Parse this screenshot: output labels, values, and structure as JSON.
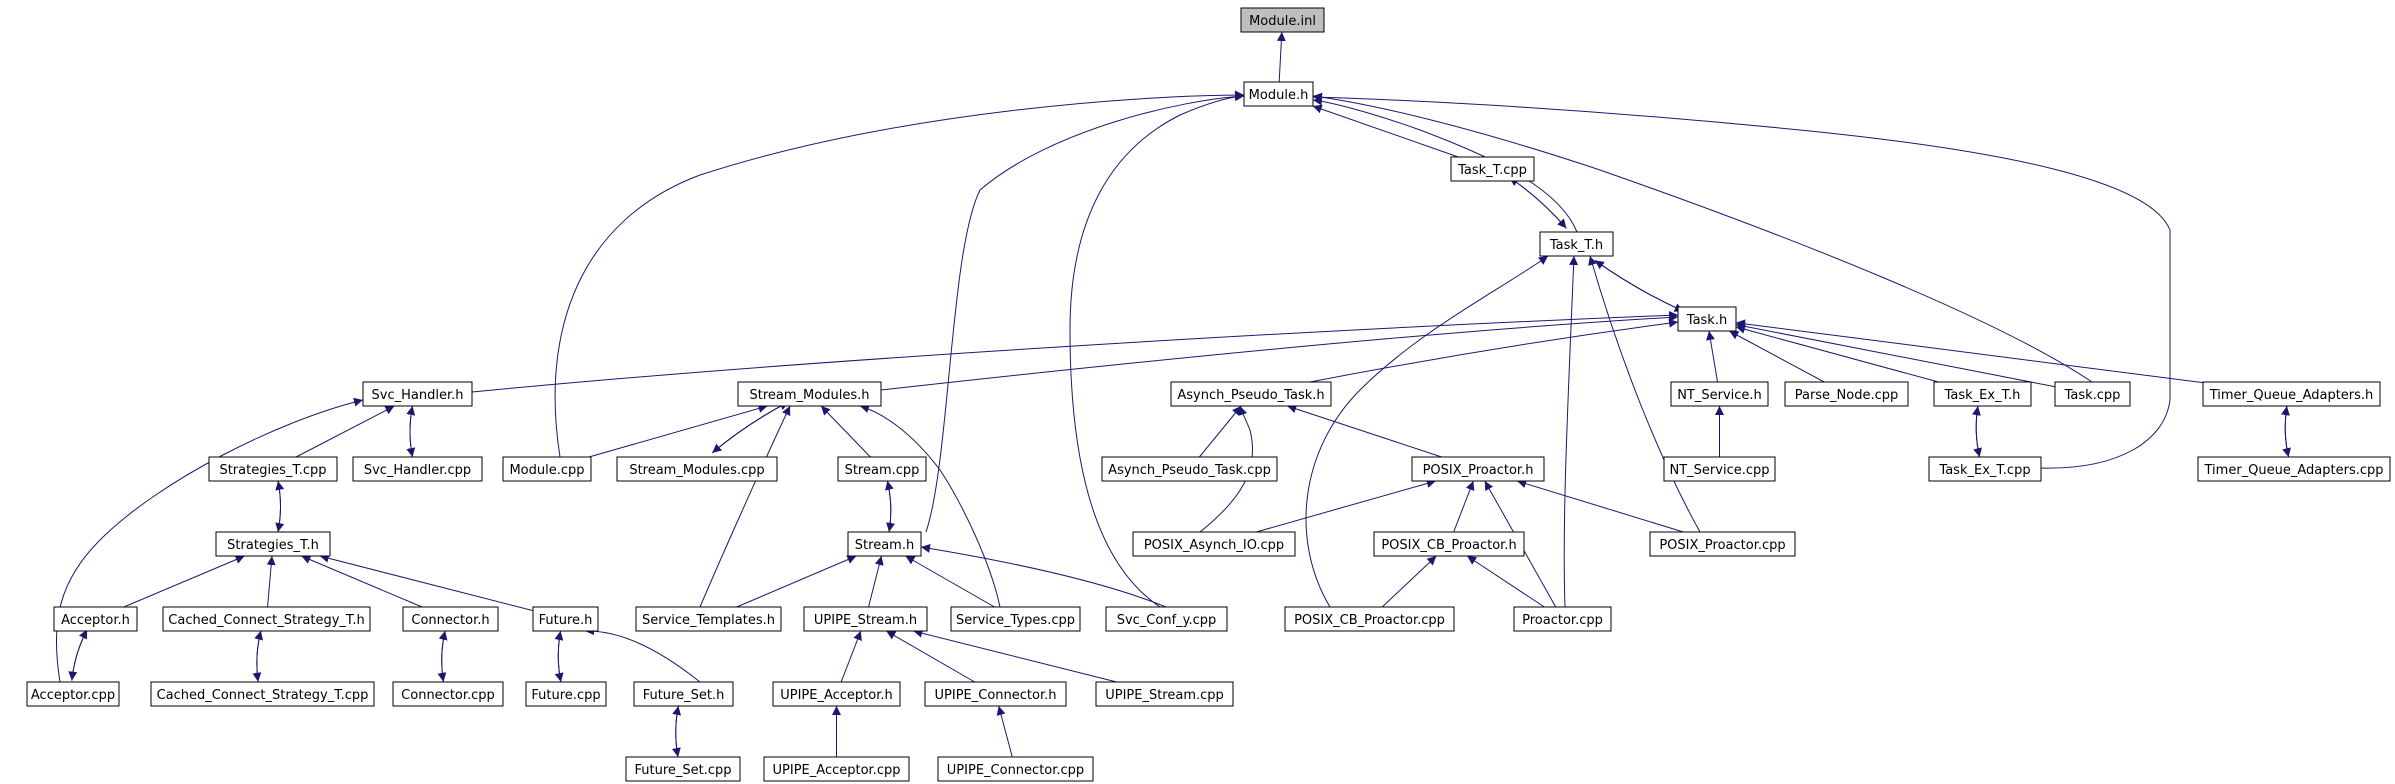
{
  "graph": {
    "arrow_color": "#191970",
    "root_fill": "#bfbfbf",
    "nodes": [
      {
        "id": "module_inl",
        "label": "Module.inl"
      },
      {
        "id": "module_h",
        "label": "Module.h"
      },
      {
        "id": "task_t_cpp",
        "label": "Task_T.cpp"
      },
      {
        "id": "task_t_h",
        "label": "Task_T.h"
      },
      {
        "id": "task_h",
        "label": "Task.h"
      },
      {
        "id": "svc_handler_h",
        "label": "Svc_Handler.h"
      },
      {
        "id": "stream_modules_h",
        "label": "Stream_Modules.h"
      },
      {
        "id": "asynch_pseudo_task_h",
        "label": "Asynch_Pseudo_Task.h"
      },
      {
        "id": "nt_service_h",
        "label": "NT_Service.h"
      },
      {
        "id": "parse_node_cpp",
        "label": "Parse_Node.cpp"
      },
      {
        "id": "task_ex_t_h",
        "label": "Task_Ex_T.h"
      },
      {
        "id": "task_cpp",
        "label": "Task.cpp"
      },
      {
        "id": "timer_queue_adapters_h",
        "label": "Timer_Queue_Adapters.h"
      },
      {
        "id": "strategies_t_cpp",
        "label": "Strategies_T.cpp"
      },
      {
        "id": "svc_handler_cpp",
        "label": "Svc_Handler.cpp"
      },
      {
        "id": "module_cpp",
        "label": "Module.cpp"
      },
      {
        "id": "stream_modules_cpp",
        "label": "Stream_Modules.cpp"
      },
      {
        "id": "stream_cpp",
        "label": "Stream.cpp"
      },
      {
        "id": "asynch_pseudo_task_cpp",
        "label": "Asynch_Pseudo_Task.cpp"
      },
      {
        "id": "posix_proactor_h",
        "label": "POSIX_Proactor.h"
      },
      {
        "id": "nt_service_cpp",
        "label": "NT_Service.cpp"
      },
      {
        "id": "task_ex_t_cpp",
        "label": "Task_Ex_T.cpp"
      },
      {
        "id": "timer_queue_adapters_cpp",
        "label": "Timer_Queue_Adapters.cpp"
      },
      {
        "id": "strategies_t_h",
        "label": "Strategies_T.h"
      },
      {
        "id": "stream_h",
        "label": "Stream.h"
      },
      {
        "id": "posix_asynch_io_cpp",
        "label": "POSIX_Asynch_IO.cpp"
      },
      {
        "id": "posix_cb_proactor_h",
        "label": "POSIX_CB_Proactor.h"
      },
      {
        "id": "posix_proactor_cpp",
        "label": "POSIX_Proactor.cpp"
      },
      {
        "id": "acceptor_h",
        "label": "Acceptor.h"
      },
      {
        "id": "cached_connect_strategy_t_h",
        "label": "Cached_Connect_Strategy_T.h"
      },
      {
        "id": "connector_h",
        "label": "Connector.h"
      },
      {
        "id": "future_h",
        "label": "Future.h"
      },
      {
        "id": "service_templates_h",
        "label": "Service_Templates.h"
      },
      {
        "id": "upipe_stream_h",
        "label": "UPIPE_Stream.h"
      },
      {
        "id": "service_types_cpp",
        "label": "Service_Types.cpp"
      },
      {
        "id": "svc_conf_y_cpp",
        "label": "Svc_Conf_y.cpp"
      },
      {
        "id": "posix_cb_proactor_cpp",
        "label": "POSIX_CB_Proactor.cpp"
      },
      {
        "id": "proactor_cpp",
        "label": "Proactor.cpp"
      },
      {
        "id": "acceptor_cpp",
        "label": "Acceptor.cpp"
      },
      {
        "id": "cached_connect_strategy_t_cpp",
        "label": "Cached_Connect_Strategy_T.cpp"
      },
      {
        "id": "connector_cpp",
        "label": "Connector.cpp"
      },
      {
        "id": "future_cpp",
        "label": "Future.cpp"
      },
      {
        "id": "future_set_h",
        "label": "Future_Set.h"
      },
      {
        "id": "upipe_acceptor_h",
        "label": "UPIPE_Acceptor.h"
      },
      {
        "id": "upipe_connector_h",
        "label": "UPIPE_Connector.h"
      },
      {
        "id": "upipe_stream_cpp",
        "label": "UPIPE_Stream.cpp"
      },
      {
        "id": "future_set_cpp",
        "label": "Future_Set.cpp"
      },
      {
        "id": "upipe_acceptor_cpp",
        "label": "UPIPE_Acceptor.cpp"
      },
      {
        "id": "upipe_connector_cpp",
        "label": "UPIPE_Connector.cpp"
      }
    ],
    "edges": [
      {
        "from": "module_h",
        "to": "module_inl"
      },
      {
        "from": "module_cpp",
        "to": "module_h"
      },
      {
        "from": "task_t_cpp",
        "to": "module_h"
      },
      {
        "from": "task_t_h",
        "to": "module_h"
      },
      {
        "from": "stream_h",
        "to": "module_h"
      },
      {
        "from": "svc_conf_y_cpp",
        "to": "module_h"
      },
      {
        "from": "task_cpp",
        "to": "module_h"
      },
      {
        "from": "task_ex_t_cpp",
        "to": "module_h"
      },
      {
        "from": "task_t_h",
        "to": "task_t_cpp"
      },
      {
        "from": "task_t_cpp",
        "to": "task_t_h"
      },
      {
        "from": "task_h",
        "to": "task_t_h"
      },
      {
        "from": "posix_cb_proactor_cpp",
        "to": "task_t_h"
      },
      {
        "from": "proactor_cpp",
        "to": "task_t_h"
      },
      {
        "from": "posix_proactor_cpp",
        "to": "task_t_h"
      },
      {
        "from": "task_t_h",
        "to": "task_h"
      },
      {
        "from": "svc_handler_h",
        "to": "task_h"
      },
      {
        "from": "stream_modules_h",
        "to": "task_h"
      },
      {
        "from": "asynch_pseudo_task_h",
        "to": "task_h"
      },
      {
        "from": "nt_service_h",
        "to": "task_h"
      },
      {
        "from": "parse_node_cpp",
        "to": "task_h"
      },
      {
        "from": "task_ex_t_h",
        "to": "task_h"
      },
      {
        "from": "task_cpp",
        "to": "task_h"
      },
      {
        "from": "timer_queue_adapters_h",
        "to": "task_h"
      },
      {
        "from": "strategies_t_cpp",
        "to": "svc_handler_h"
      },
      {
        "from": "svc_handler_cpp",
        "to": "svc_handler_h"
      },
      {
        "from": "svc_handler_h",
        "to": "svc_handler_cpp"
      },
      {
        "from": "acceptor_cpp",
        "to": "svc_handler_h"
      },
      {
        "from": "module_cpp",
        "to": "stream_modules_h"
      },
      {
        "from": "stream_modules_cpp",
        "to": "stream_modules_h"
      },
      {
        "from": "stream_modules_h",
        "to": "stream_modules_cpp"
      },
      {
        "from": "stream_cpp",
        "to": "stream_modules_h"
      },
      {
        "from": "service_templates_h",
        "to": "stream_modules_h"
      },
      {
        "from": "service_types_cpp",
        "to": "stream_modules_h"
      },
      {
        "from": "asynch_pseudo_task_cpp",
        "to": "asynch_pseudo_task_h"
      },
      {
        "from": "posix_proactor_h",
        "to": "asynch_pseudo_task_h"
      },
      {
        "from": "posix_asynch_io_cpp",
        "to": "asynch_pseudo_task_h"
      },
      {
        "from": "nt_service_cpp",
        "to": "nt_service_h"
      },
      {
        "from": "task_ex_t_cpp",
        "to": "task_ex_t_h"
      },
      {
        "from": "task_ex_t_h",
        "to": "task_ex_t_cpp"
      },
      {
        "from": "timer_queue_adapters_cpp",
        "to": "timer_queue_adapters_h"
      },
      {
        "from": "timer_queue_adapters_h",
        "to": "timer_queue_adapters_cpp"
      },
      {
        "from": "strategies_t_h",
        "to": "strategies_t_cpp"
      },
      {
        "from": "strategies_t_cpp",
        "to": "strategies_t_h"
      },
      {
        "from": "stream_h",
        "to": "stream_cpp"
      },
      {
        "from": "stream_cpp",
        "to": "stream_h"
      },
      {
        "from": "posix_asynch_io_cpp",
        "to": "posix_proactor_h"
      },
      {
        "from": "posix_cb_proactor_h",
        "to": "posix_proactor_h"
      },
      {
        "from": "proactor_cpp",
        "to": "posix_proactor_h"
      },
      {
        "from": "posix_proactor_cpp",
        "to": "posix_proactor_h"
      },
      {
        "from": "acceptor_h",
        "to": "strategies_t_h"
      },
      {
        "from": "cached_connect_strategy_t_h",
        "to": "strategies_t_h"
      },
      {
        "from": "connector_h",
        "to": "strategies_t_h"
      },
      {
        "from": "future_h",
        "to": "strategies_t_h"
      },
      {
        "from": "service_templates_h",
        "to": "stream_h"
      },
      {
        "from": "upipe_stream_h",
        "to": "stream_h"
      },
      {
        "from": "service_types_cpp",
        "to": "stream_h"
      },
      {
        "from": "svc_conf_y_cpp",
        "to": "stream_h"
      },
      {
        "from": "posix_cb_proactor_cpp",
        "to": "posix_cb_proactor_h"
      },
      {
        "from": "proactor_cpp",
        "to": "posix_cb_proactor_h"
      },
      {
        "from": "acceptor_cpp",
        "to": "acceptor_h"
      },
      {
        "from": "acceptor_h",
        "to": "acceptor_cpp"
      },
      {
        "from": "cached_connect_strategy_t_cpp",
        "to": "cached_connect_strategy_t_h"
      },
      {
        "from": "cached_connect_strategy_t_h",
        "to": "cached_connect_strategy_t_cpp"
      },
      {
        "from": "connector_cpp",
        "to": "connector_h"
      },
      {
        "from": "connector_h",
        "to": "connector_cpp"
      },
      {
        "from": "future_cpp",
        "to": "future_h"
      },
      {
        "from": "future_h",
        "to": "future_cpp"
      },
      {
        "from": "future_set_h",
        "to": "future_h"
      },
      {
        "from": "future_set_cpp",
        "to": "future_set_h"
      },
      {
        "from": "future_set_h",
        "to": "future_set_cpp"
      },
      {
        "from": "upipe_acceptor_h",
        "to": "upipe_stream_h"
      },
      {
        "from": "upipe_connector_h",
        "to": "upipe_stream_h"
      },
      {
        "from": "upipe_stream_cpp",
        "to": "upipe_stream_h"
      },
      {
        "from": "upipe_acceptor_cpp",
        "to": "upipe_acceptor_h"
      },
      {
        "from": "upipe_connector_cpp",
        "to": "upipe_connector_h"
      }
    ]
  }
}
